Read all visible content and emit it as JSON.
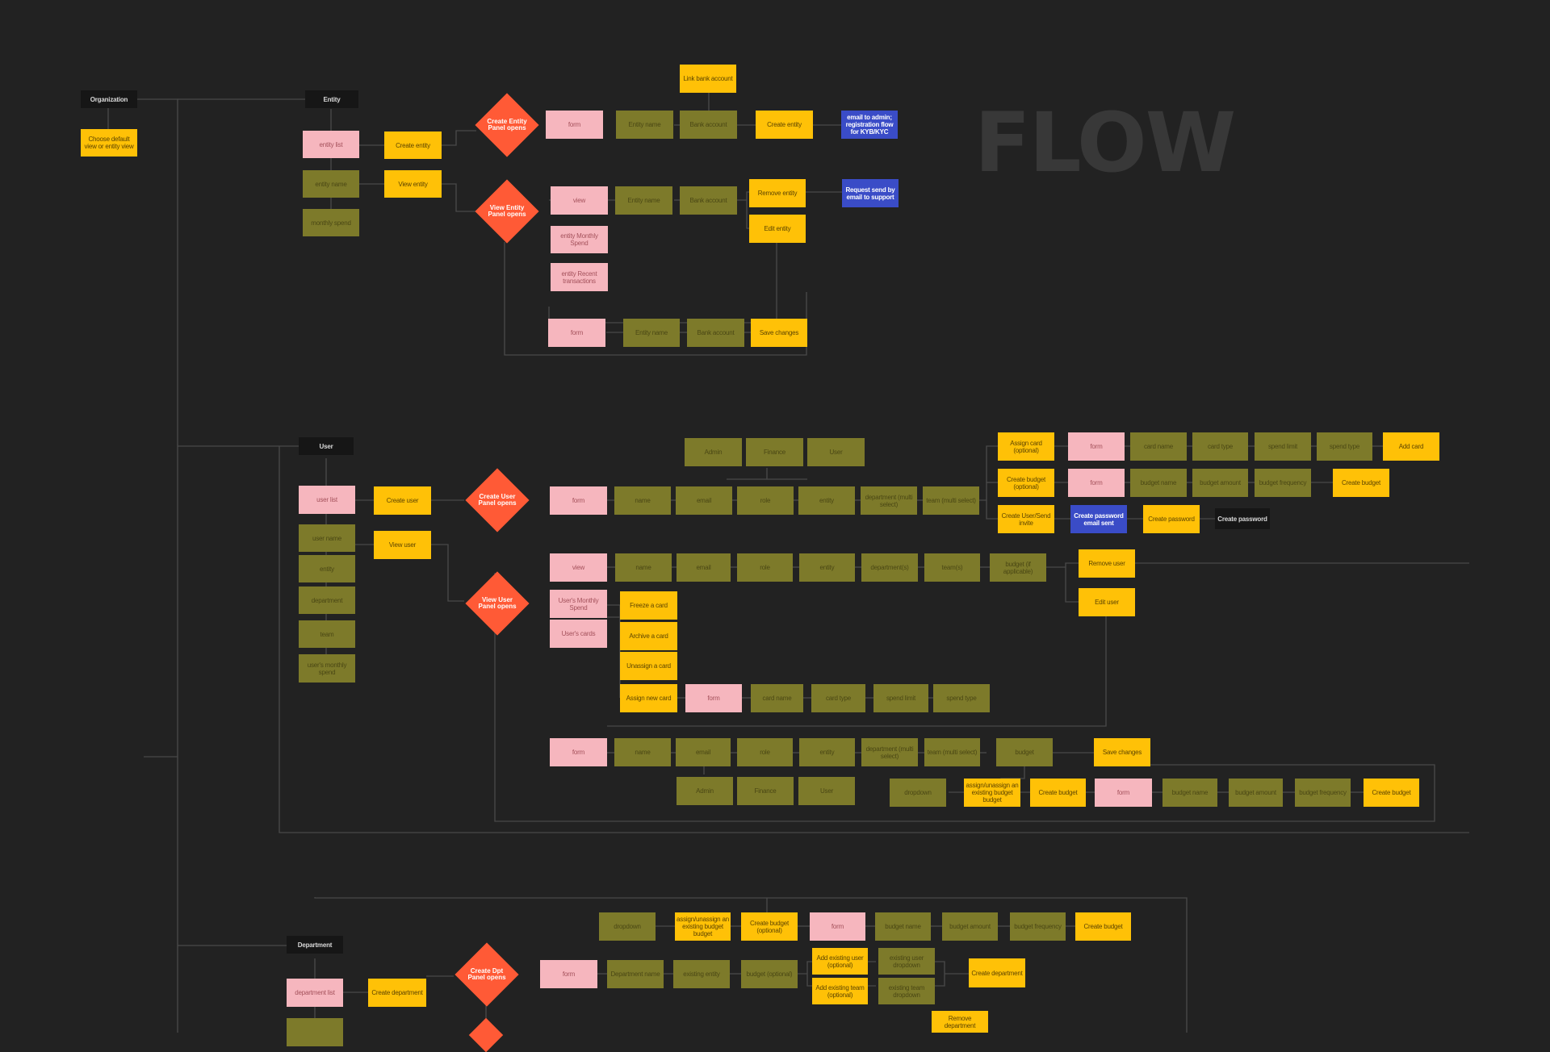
{
  "watermark": "FLOW",
  "colors": {
    "background": "#222222",
    "yellow": "#FFC107",
    "olive": "#7D7A2A",
    "pink": "#F6B6BE",
    "blue": "#3A4CC7",
    "black": "#161616",
    "decision": "#FF5A36",
    "line": "#4a4a4a"
  },
  "labels": {
    "organization": "Organization",
    "choose_view": "Choose default view or entity view",
    "entity": "Entity",
    "entity_list": "entity list",
    "entity_name_col": "entity name",
    "monthly_spend": "monthly spend",
    "create_entity": "Create entity",
    "view_entity": "View entity",
    "d_create_entity": "Create Entity Panel opens",
    "d_view_entity": "View Entity Panel opens",
    "link_bank": "Link bank account",
    "form": "form",
    "entity_name": "Entity name",
    "bank_account": "Bank account",
    "email_admin": "email to admin; registration flow for KYB/KYC",
    "view": "view",
    "remove_entity": "Remove entity",
    "edit_entity": "Edit entity",
    "request_support": "Request send by email to support",
    "entity_monthly": "entity Monthly Spend",
    "entity_recent": "entity Recent transactions",
    "save_changes": "Save changes",
    "user": "User",
    "user_list": "user list",
    "user_name": "user name",
    "entity_lc": "entity",
    "department": "department",
    "team": "team",
    "users_monthly": "user's monthly spend",
    "create_user": "Create user",
    "view_user": "View user",
    "d_create_user": "Create User Panel opens",
    "d_view_user": "View User Panel opens",
    "admin": "Admin",
    "finance": "Finance",
    "user_role": "User",
    "name": "name",
    "email": "email",
    "role": "role",
    "dept_multi": "department (multi select)",
    "team_multi": "team (multi select)",
    "assign_card_opt": "Assign card (optional)",
    "create_budget_opt": "Create budget (optional)",
    "create_user_send": "Create User/Send invite",
    "card_name": "card name",
    "card_type": "card type",
    "spend_limit": "spend limit",
    "spend_type": "spend type",
    "add_card": "Add card",
    "budget_name": "budget name",
    "budget_amount": "budget amount",
    "budget_frequency": "budget frequency",
    "create_budget": "Create budget",
    "create_pw_sent": "Create password email sent",
    "create_password": "Create password",
    "departments": "department(s)",
    "teams": "team(s)",
    "budget_if": "budget (if applicable)",
    "remove_user": "Remove user",
    "edit_user": "Edit user",
    "users_monthly_spend": "User's Monthly Spend",
    "users_cards": "User's cards",
    "freeze": "Freeze a card",
    "archive": "Archive a card",
    "unassign": "Unassign a card",
    "assign_new": "Assign new card",
    "budget": "budget",
    "dropdown": "dropdown",
    "assign_unassign": "assign/unassign an existing budget budget",
    "department_title": "Department",
    "department_list": "department list",
    "create_department": "Create department",
    "d_create_dept": "Create Dpt Panel opens",
    "department_name": "Department name",
    "existing_entity": "existing entity",
    "budget_optional": "budget (optional)",
    "add_existing_user": "Add existing user (optional)",
    "add_existing_team": "Add existing team (optional)",
    "existing_user_dd": "existing user dropdown",
    "existing_team_dd": "existing team dropdown",
    "assign_unassign_dept": "assign/unassign an existing budget budget",
    "create_budget_optional": "Create budget (optional)",
    "remove_department": "Remove department"
  }
}
